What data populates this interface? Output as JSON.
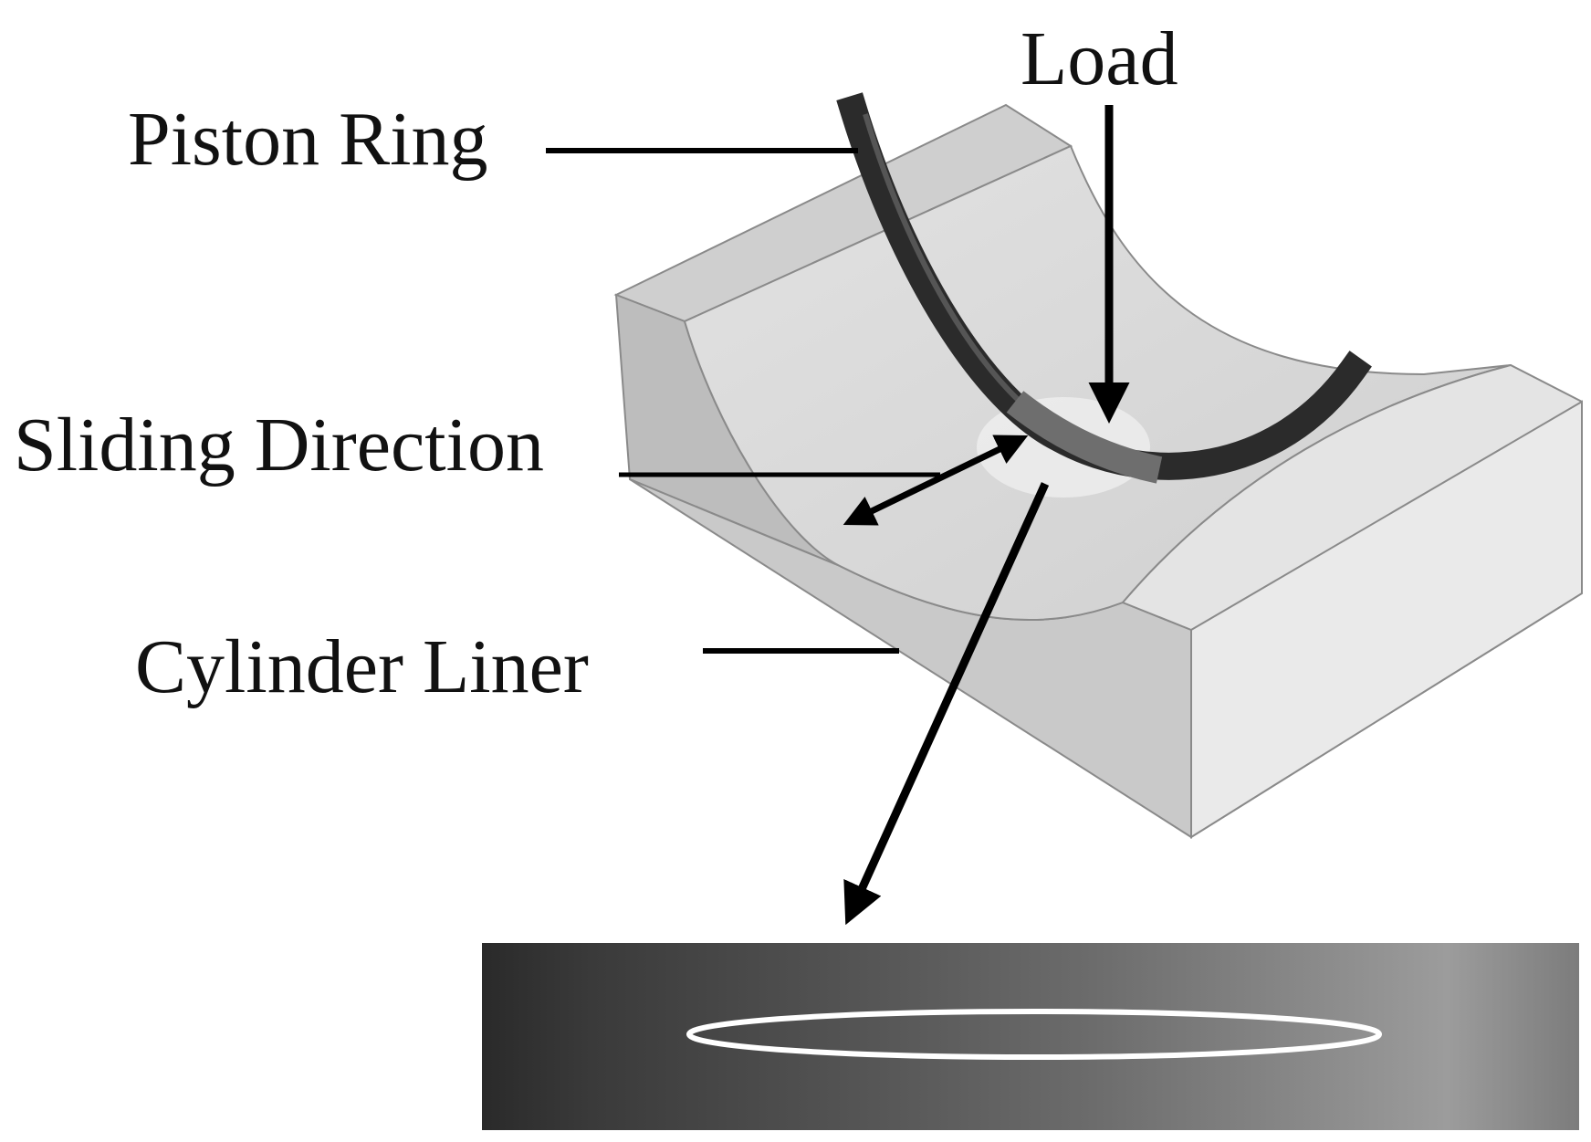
{
  "labels": {
    "load": "Load",
    "piston_ring": "Piston Ring",
    "sliding_direction": "Sliding Direction",
    "cylinder_liner": "Cylinder Liner"
  },
  "colors": {
    "block_top": "#d4d4d4",
    "block_left": "#bdbdbd",
    "block_front": "#d0d0d0",
    "block_right": "#e6e6e6",
    "trough_surface": "#dcdcdc",
    "ring": "#2b2b2b",
    "ring_contact": "#6e6e6e",
    "contact_spot": "#e8e8e8",
    "lines": "#000000",
    "strip_dark": "#2a2a2a",
    "strip_light": "#9a9a9a",
    "ellipse": "#ffffff"
  }
}
